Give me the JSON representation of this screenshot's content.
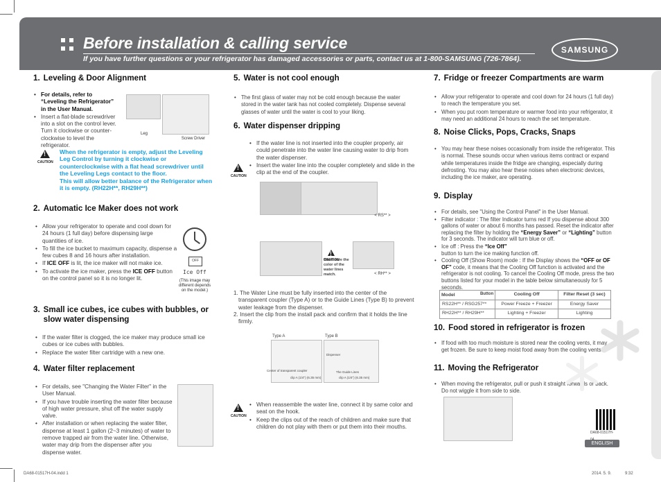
{
  "header": {
    "title": "Before installation & calling service",
    "subtitle": "If you have further questions or your refrigerator has damaged accessories or parts, contact us at 1-800-SAMSUNG (726-7864).",
    "logo": "SAMSUNG"
  },
  "s1": {
    "num": "1.",
    "title": "Leveling & Door Alignment",
    "bullet1": "For details, refer to “Leveling the Refrigerator” in the User Manual.",
    "bullet2": "Insert a flat-blade screwdriver into a slot on the control lever. Turn it clockwise or counter-clockwise to level the refrigerator.",
    "leg_label": "Leg",
    "screw_label": "Screw Driver",
    "caution_label": "CAUTION",
    "caution_text": "When the refrigerator is empty, adjust the Leveling Leg Control by turning it clockwise or counterclockwise with a flat head screwdriver until the Leveling Legs contact to the floor.",
    "caution_text2": "This will allow better balance of the Refrigerator when it is empty. (RH22H**, RH29H**)"
  },
  "s2": {
    "num": "2.",
    "title": "Automatic Ice Maker does not work",
    "bullet1": "Allow your refrigerator to operate and cool down for 24 hours (1 full day) before dispensing large quantities of ice.",
    "bullet2": "To fill the ice bucket to maximum capacity, dispense a few cubes 8 and 16 hours after installation.",
    "bullet3_pre": "If ",
    "bullet3_bold": "ICE OFF",
    "bullet3_post": " is lit, the ice maker will not make ice.",
    "bullet4_pre": "To activate the ice maker, press the ",
    "bullet4_bold": "ICE OFF",
    "bullet4_post": " button on the control panel so it is no longer lit.",
    "off_label": "OFF",
    "ice_off_label": "Ice Off",
    "image_note": "(This image may different depends on the model.)"
  },
  "s3": {
    "num": "3.",
    "title": "Small ice cubes, ice cubes with bubbles, or slow water dispensing",
    "bullet1": "If the water filter is clogged, the ice maker may produce small ice cubes or ice cubes with bubbles.",
    "bullet2": "Replace the water filter cartridge with a new one."
  },
  "s4": {
    "num": "4.",
    "title": "Water filter replacement",
    "bullet1": "For details, see \"Changing the Water Filter\" in the User Manual.",
    "bullet2": "If you have trouble inserting the water filter because of high water pressure, shut off the water supply valve.",
    "bullet3": "After installation or when replacing the water filter, dispense at least 1 gallon (2~3 minutes) of water to remove trapped air from the water line. Otherwise, water may drip from the dispenser after you dispense water."
  },
  "s5": {
    "num": "5.",
    "title": "Water is not cool enough",
    "bullet1": "The first glass of water may not be cold enough because the water stored in the water tank has not cooled completely. Dispense several glasses of water until the water is cool to your liking."
  },
  "s6": {
    "num": "6.",
    "title": "Water dispenser dripping",
    "bullet1": "If the water line is not inserted into the coupler properly, air could penetrate into the water line causing water to drip from the water dispenser.",
    "bullet2": "Insert the water line into the coupler completely and slide in the clip at the end of the coupler.",
    "caution_label": "CAUTION",
    "rs_label": "< RS** >",
    "rh_label": "< RH** >",
    "img_caution_label": "CAUTION",
    "img_caution_text": "Make sure the color of the water lines match.",
    "step1": "1. The Water Line must be fully inserted into the center of the transparent coupler (Type A) or to the Guide Lines (Type B) to prevent water leakage from the dispenser.",
    "step2": "2. Insert the clip from the install pack and confirm that it holds the line firmly.",
    "type_a": "Type A",
    "type_b": "Type B",
    "center_label": "Center of transparent coupler",
    "clip_a": "clip A (1/4\") (6.35 mm)",
    "dispenser_label": "Dispenser",
    "guide_lines": "The Guide Lines",
    "clip_b": "clip A (1/4\") (6.35 mm)",
    "caution2_label": "CAUTION",
    "c_bullet1": "When reassemble the water line, connect it by same color and seat on the hook.",
    "c_bullet2": "Keep the clips out of the reach of children and make sure that children do not play with them or put them into their mouths."
  },
  "s7": {
    "num": "7.",
    "title": "Fridge or freezer Compartments are warm",
    "bullet1": "Allow your refrigerator to operate and cool down for 24 hours (1 full day) to reach the temperature you set.",
    "bullet2": "When you put room temperature or warmer food into your refrigerator, it may need an additional 24 hours to reach the set temperature."
  },
  "s8": {
    "num": "8.",
    "title": "Noise Clicks, Pops, Cracks, Snaps",
    "bullet1": "You may hear these noises occasionally from inside the refrigerator. This is normal. These sounds occur when various items contract or expand while temperatures inside the fridge are changing, especially during defrosting. You may also hear these noises when electronic devices, including the ice maker, are operating."
  },
  "s9": {
    "num": "9.",
    "title": "Display",
    "bullet1": "For details, see \"Using the Control Panel\" in the User Manual.",
    "bullet2_a": "Filter indicator : The filter Indicator turns red If you dispense about 300 gallons of water or about 6 months has passed. Reset the indicator after replacing the filter by holding the ",
    "bullet2_b": "“Energy Saver”",
    "bullet2_c": " or ",
    "bullet2_d": "“Lighting”",
    "bullet2_e": " button for 3 seconds. The indicator will turn blue or off.",
    "bullet3_a": "Ice off : Press the ",
    "bullet3_b": "“Ice Off”",
    "bullet3_c": "button to turn the ice making function off.",
    "bullet4_a": "Cooling Off (Show Room) mode : If the Display shows the ",
    "bullet4_b": "“OFF or OF OF”",
    "bullet4_c": " code, it means that the Cooling Off function is activated and the refrigerator is not cooling. To cancel the Cooling Off mode, press the two buttons listed for your model in the table below simultaneously for 5 seconds.",
    "table": {
      "h_button": "Button",
      "h_model": "Model",
      "h_cooling": "Cooling Off",
      "h_filter": "Filter Reset (3 sec)",
      "rows": [
        [
          "RS22H** / RSG257**",
          "Power Freeze + Freezer",
          "Energy Saver"
        ],
        [
          "RH22H** / RH29H**",
          "Lighting + Freezer",
          "Lighting"
        ]
      ]
    }
  },
  "s10": {
    "num": "10.",
    "title": "Food stored in refrigerator is frozen",
    "bullet1": "If food with too much moisture is stored near the cooling vents, it may get frozen. Be sure to keep moist food away from the cooling vents."
  },
  "s11": {
    "num": "11.",
    "title": "Moving the Refrigerator",
    "bullet1": "When moving the refrigerator, pull or push it straight forwards or back. Do not wiggle it from side to side."
  },
  "footer": {
    "file": "DA68-01517H-04.indd   1",
    "date": "2014. 5. 9.",
    "time": "9:32",
    "code": "DA68-01517H-04",
    "language": "ENGLISH"
  },
  "colors": {
    "header_gray": "#6d6e71",
    "caution_blue": "#1aa0e0"
  },
  "icons": [
    "caution-icon",
    "clock-icon",
    "ice-off-icon",
    "qr-code-icon",
    "snowflake-icon"
  ]
}
